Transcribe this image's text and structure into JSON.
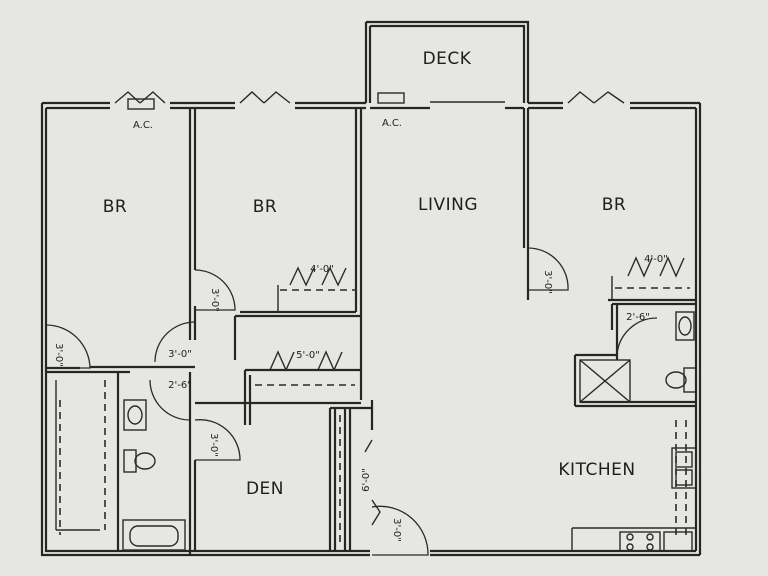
{
  "rooms": {
    "deck": "DECK",
    "br1": "BR",
    "br2": "BR",
    "living": "LIVING",
    "br3": "BR",
    "den": "DEN",
    "kitchen": "KITCHEN"
  },
  "labels": {
    "ac1": "A.C.",
    "ac2": "A.C."
  },
  "dimensions": {
    "closet_br2": "4'-0\"",
    "closet_br3": "4'-0\"",
    "door_br2": "3'-0\"",
    "door_br3": "3'-0\"",
    "door_br1": "3'-0\"",
    "door_hall": "3'-0\"",
    "door_hall_narrow": "2'-6\"",
    "door_bath2": "2'-6\"",
    "closet_hall": "5'-0\"",
    "door_den": "3'-0\"",
    "closet_den": "6'-0\"",
    "door_entry": "3'-0\""
  },
  "colors": {
    "paper": "#e6e7e2",
    "ink": "#262626"
  }
}
